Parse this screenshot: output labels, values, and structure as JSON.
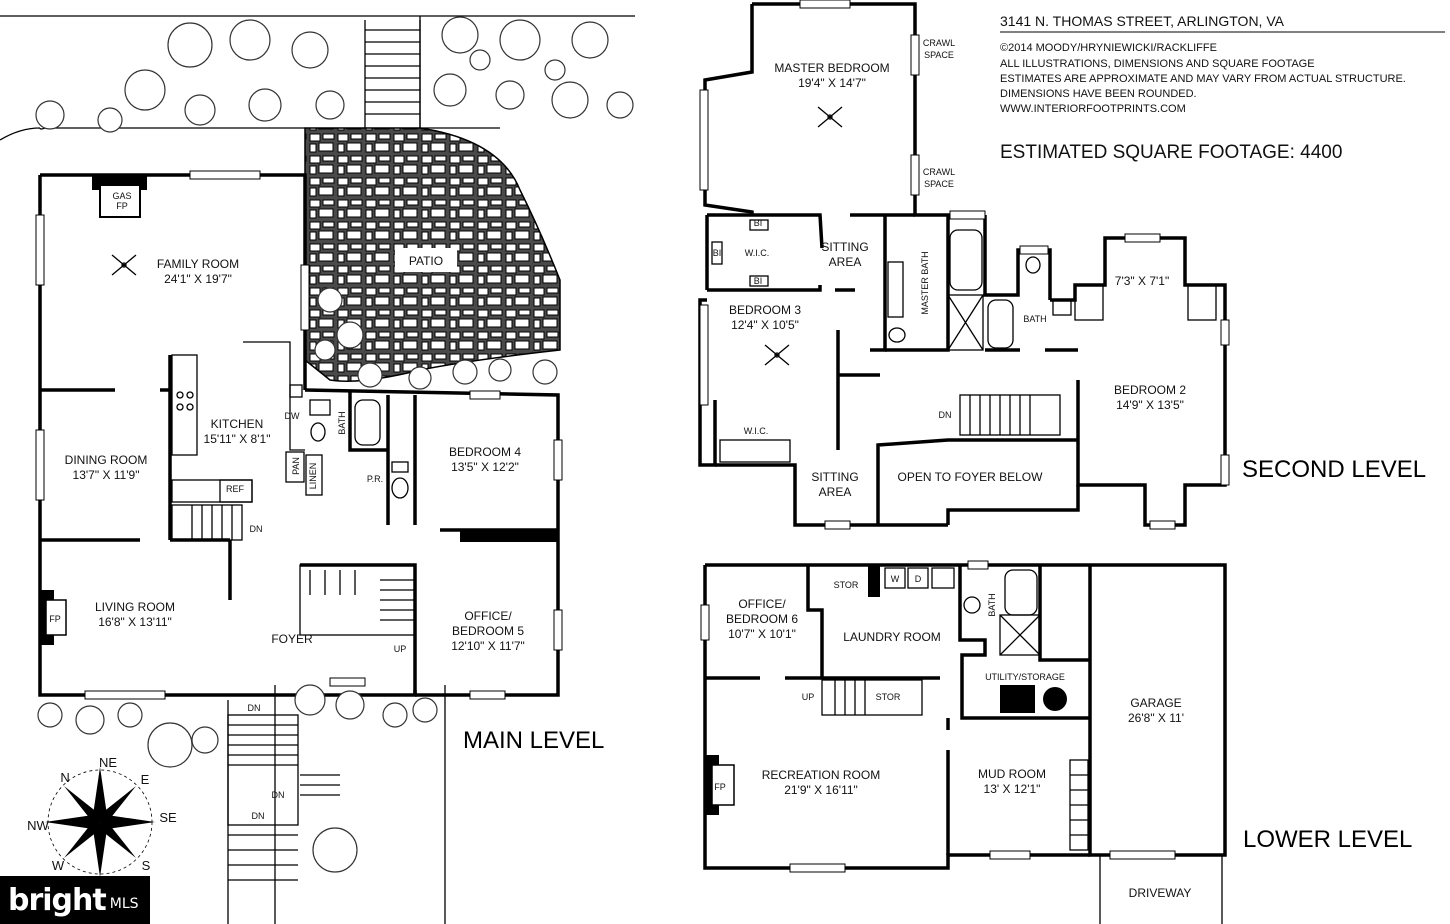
{
  "header": {
    "address": "3141 N. THOMAS STREET, ARLINGTON, VA",
    "copyright": "©2014 MOODY/HRYNIEWICKI/RACKLIFFE",
    "disclaimer": [
      "ALL ILLUSTRATIONS, DIMENSIONS AND SQUARE FOOTAGE",
      "ESTIMATES ARE APPROXIMATE AND MAY VARY FROM ACTUAL STRUCTURE.",
      "DIMENSIONS HAVE BEEN ROUNDED."
    ],
    "website": "WWW.INTERIORFOOTPRINTS.COM",
    "square_footage": "ESTIMATED SQUARE FOOTAGE: 4400"
  },
  "levels": {
    "main": "MAIN LEVEL",
    "second": "SECOND LEVEL",
    "lower": "LOWER LEVEL"
  },
  "main_rooms": {
    "family_room": {
      "name": "FAMILY ROOM",
      "dim": "24'1\" X 19'7\""
    },
    "kitchen": {
      "name": "KITCHEN",
      "dim": "15'11\" X 8'1\""
    },
    "dining_room": {
      "name": "DINING ROOM",
      "dim": "13'7\" X 11'9\""
    },
    "living_room": {
      "name": "LIVING ROOM",
      "dim": "16'8\" X 13'11\""
    },
    "foyer": {
      "name": "FOYER"
    },
    "bedroom4": {
      "name": "BEDROOM 4",
      "dim": "13'5\" X 12'2\""
    },
    "office5": {
      "name": "OFFICE/",
      "name2": "BEDROOM 5",
      "dim": "12'10\" X 11'7\""
    },
    "patio": {
      "name": "PATIO"
    }
  },
  "main_small": {
    "gas_fp": "GAS",
    "gas_fp2": "FP",
    "fp": "FP",
    "bath": "BATH",
    "pr": "P.R.",
    "pan": "PAN",
    "linen": "LINEN",
    "ref": "REF",
    "dw": "DW",
    "dn": "DN",
    "up": "UP"
  },
  "second_rooms": {
    "master_bedroom": {
      "name": "MASTER BEDROOM",
      "dim": "19'4\" X 14'7\""
    },
    "crawl_space": "CRAWL",
    "crawl_space2": "SPACE",
    "wic": "W.I.C.",
    "bi": "BI",
    "sitting_area": {
      "name": "SITTING",
      "name2": "AREA"
    },
    "master_bath": "MASTER BATH",
    "bath": "BATH",
    "bedroom3": {
      "name": "BEDROOM 3",
      "dim": "12'4\" X 10'5\""
    },
    "small_room": {
      "dim": "7'3\" X 7'1\""
    },
    "bedroom2": {
      "name": "BEDROOM 2",
      "dim": "14'9\" X 13'5\""
    },
    "open_foyer": "OPEN TO FOYER BELOW",
    "dn": "DN"
  },
  "lower_rooms": {
    "office6": {
      "name": "OFFICE/",
      "name2": "BEDROOM 6",
      "dim": "10'7\" X 10'1\""
    },
    "stor": "STOR",
    "laundry": "LAUNDRY ROOM",
    "w": "W",
    "d": "D",
    "bath": "BATH",
    "utility": "UTILITY/STORAGE",
    "garage": {
      "name": "GARAGE",
      "dim": "26'8\" X 11'"
    },
    "recreation": {
      "name": "RECREATION ROOM",
      "dim": "21'9\" X 16'11\""
    },
    "fp": "FP",
    "mud_room": {
      "name": "MUD ROOM",
      "dim": "13' X 12'1\""
    },
    "driveway": "DRIVEWAY",
    "up": "UP"
  },
  "compass": [
    "N",
    "NE",
    "E",
    "SE",
    "S",
    "W",
    "NW"
  ],
  "logo": {
    "brand": "bright",
    "mls": "MLS"
  }
}
